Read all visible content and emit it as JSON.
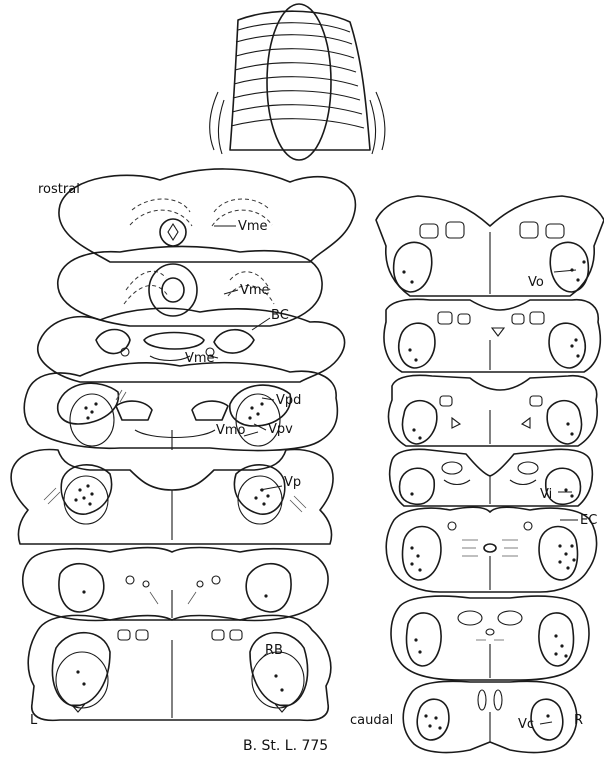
{
  "labels": {
    "rostral": "rostral",
    "caudal": "caudal",
    "left": "L",
    "right": "R",
    "vme1": "Vme",
    "vme2": "Vme",
    "vme3": "Vme",
    "bc": "BC",
    "vpd": "Vpd",
    "vmo": "Vmo",
    "vpv": "Vpv",
    "vp": "Vp",
    "rb": "RB",
    "vo": "Vo",
    "vi": "Vi",
    "ec": "EC",
    "vc": "Vc"
  },
  "caption": "B. St. L. 775"
}
